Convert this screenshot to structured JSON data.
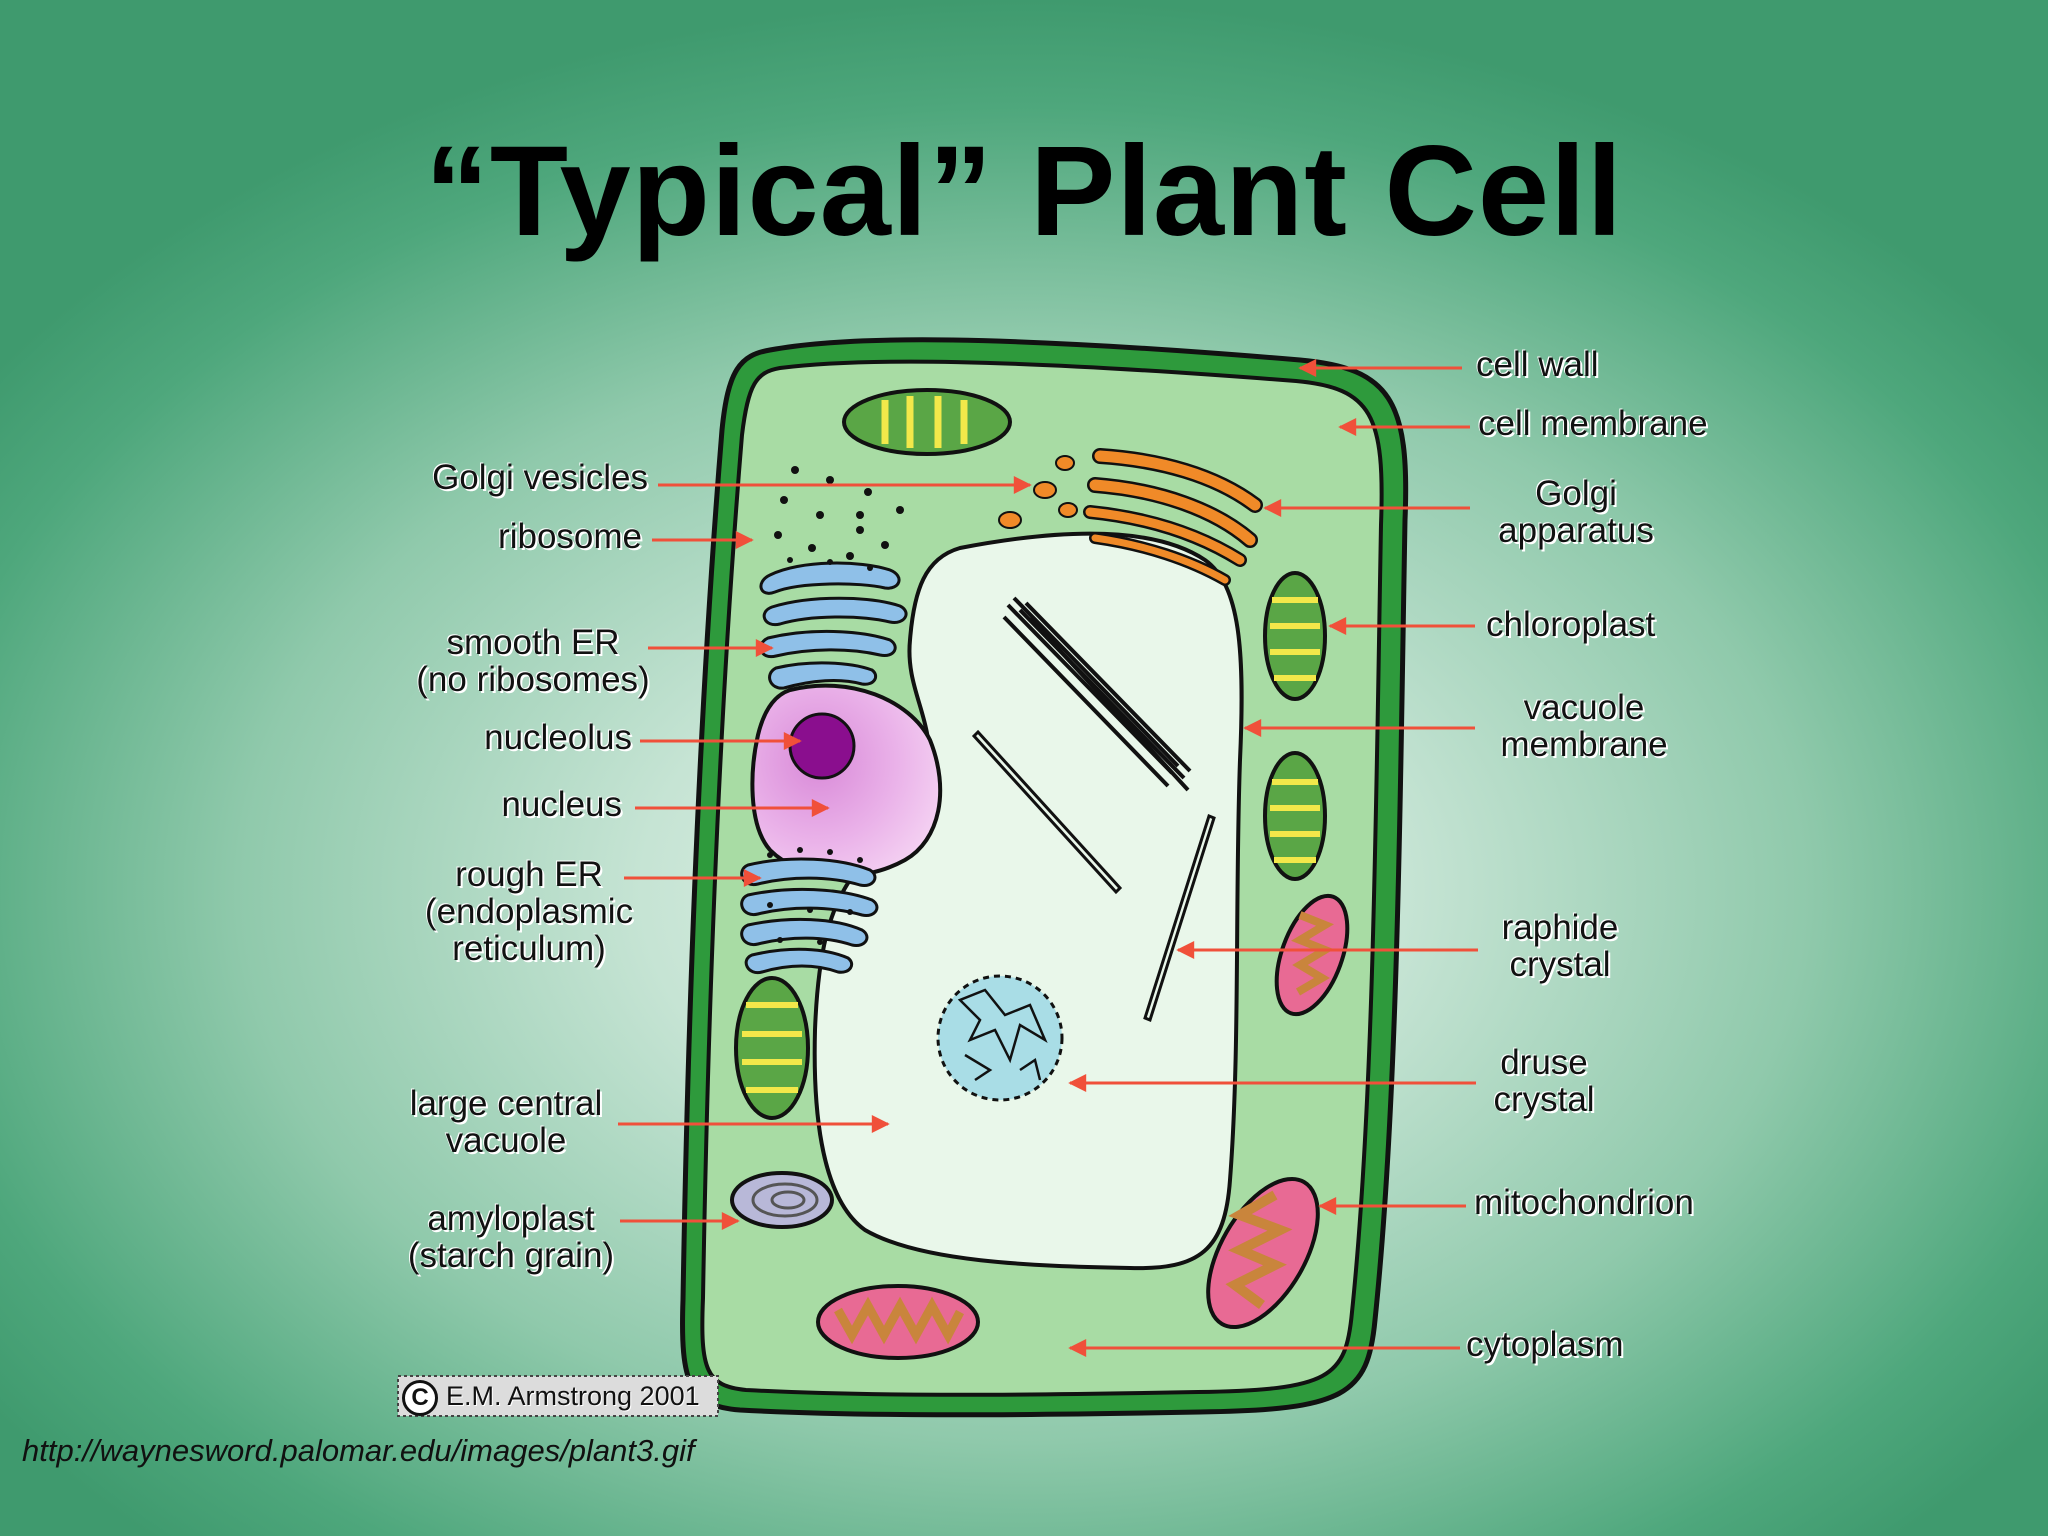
{
  "title": "“Typical” Plant Cell",
  "labels": {
    "cell_wall": "cell wall",
    "cell_membrane": "cell membrane",
    "golgi_vesicles": "Golgi vesicles",
    "ribosome": "ribosome",
    "golgi_apparatus": [
      "Golgi",
      "apparatus"
    ],
    "chloroplast": "chloroplast",
    "smooth_er": [
      "smooth ER",
      "(no ribosomes)"
    ],
    "vacuole_membrane": [
      "vacuole",
      "membrane"
    ],
    "nucleolus": "nucleolus",
    "nucleus": "nucleus",
    "rough_er": [
      "rough ER",
      "(endoplasmic",
      "reticulum)"
    ],
    "raphide_crystal": [
      "raphide",
      "crystal"
    ],
    "druse_crystal": [
      "druse",
      "crystal"
    ],
    "large_central_vacuole": [
      "large central",
      "vacuole"
    ],
    "amyloplast": [
      "amyloplast",
      "(starch grain)"
    ],
    "mitochondrion": "mitochondrion",
    "cytoplasm": "cytoplasm"
  },
  "copyright": {
    "symbol": "C",
    "text": "E.M. Armstrong 2001"
  },
  "source_url": "http://waynesword.palomar.edu/images/plant3.gif",
  "colors": {
    "arrow": "#f0503a",
    "cell_wall": "#2e9a3c",
    "cytoplasm": "#a8dca4",
    "vacuole": "#e9f7ea",
    "nucleus": "#e9a8e6",
    "nucleolus": "#8a0e8e",
    "er": "#8fc0e8",
    "golgi": "#f08a28",
    "chloroplast_stripe": "#f2e84a",
    "mitochondrion": "#e86a94",
    "amyloplast": "#b8b8d8"
  }
}
